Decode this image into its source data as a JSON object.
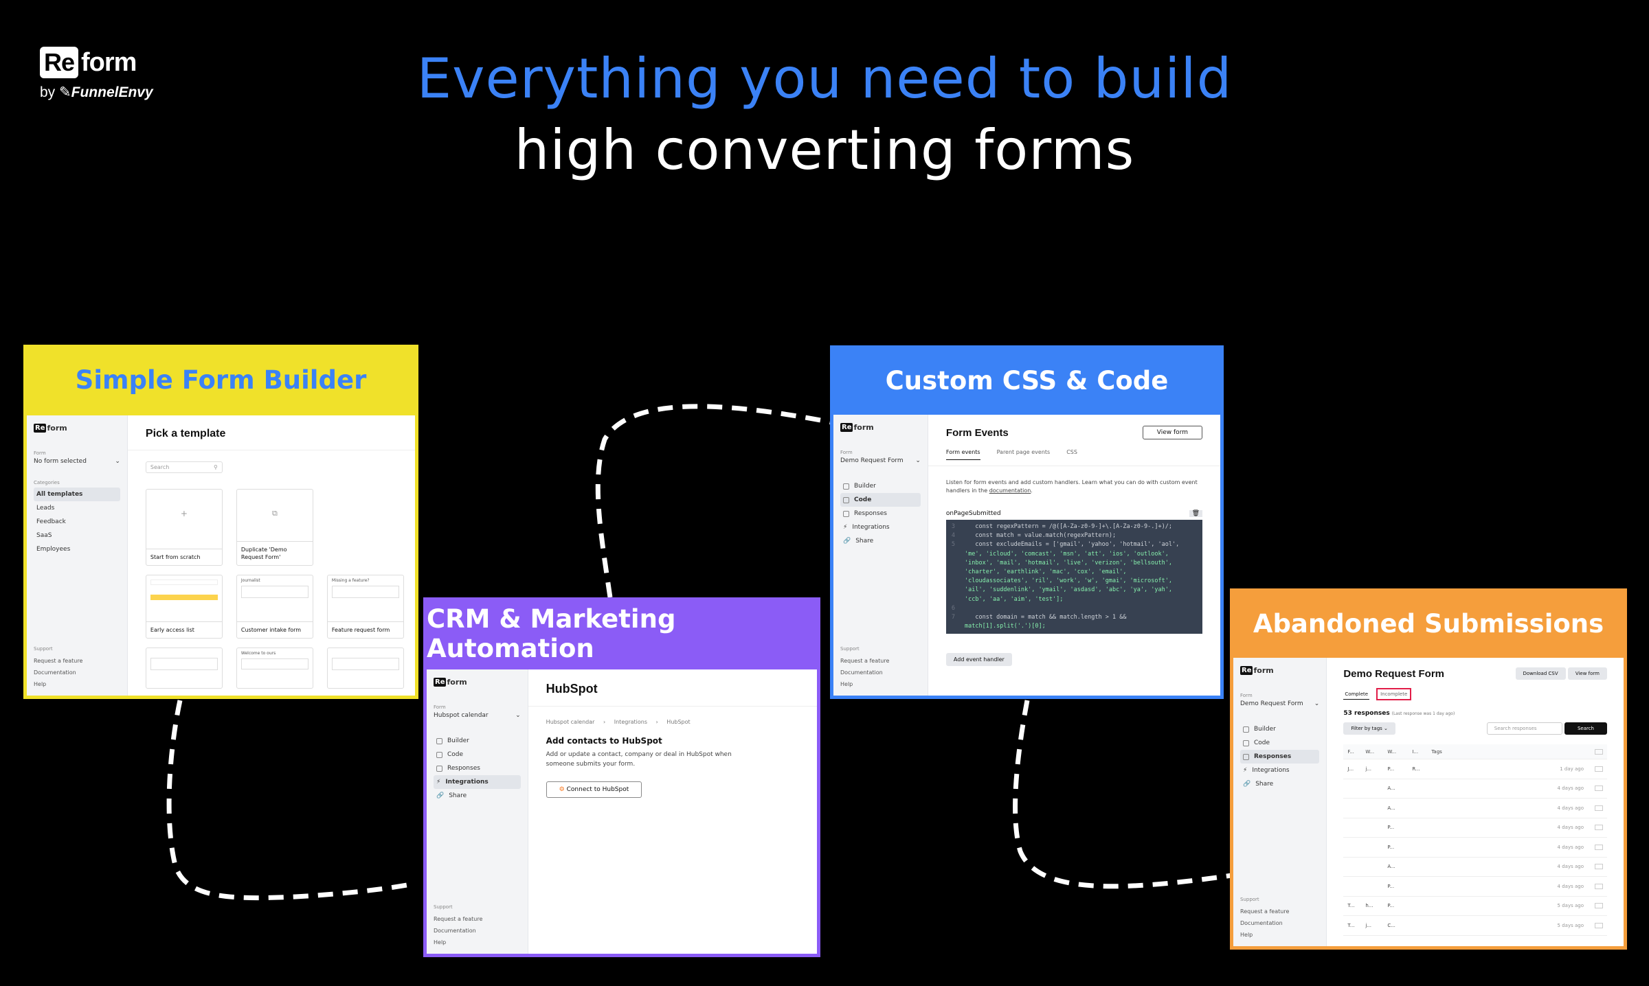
{
  "logo": {
    "re": "Re",
    "form": "form",
    "by": "by",
    "brand": "FunnelEnvy"
  },
  "headline": {
    "line1": "Everything you need to build",
    "line2": "high converting forms"
  },
  "colors": {
    "yellow": "#f0e12a",
    "blue": "#3b82f6",
    "purple": "#8b5cf6",
    "orange": "#f59e3c",
    "headline_blue": "#3b82f6"
  },
  "cards": {
    "builder": {
      "title": "Simple Form Builder",
      "sidebar": {
        "form_label": "Form",
        "form_value": "No form selected",
        "categories_label": "Categories",
        "items": [
          "All templates",
          "Leads",
          "Feedback",
          "SaaS",
          "Employees"
        ],
        "support_label": "Support",
        "footer": [
          "Request a feature",
          "Documentation",
          "Help"
        ]
      },
      "main": {
        "heading": "Pick a template",
        "search_placeholder": "Search",
        "templates": [
          "Start from scratch",
          "Duplicate 'Demo Request Form'",
          "Early access list",
          "Customer intake form",
          "Feature request form"
        ],
        "preview_titles": [
          "Welcome to ours",
          "Missing a feature?",
          "Journalist"
        ]
      }
    },
    "crm": {
      "title": "CRM & Marketing Automation",
      "sidebar": {
        "form_label": "Form",
        "form_value": "Hubspot calendar",
        "items": [
          "Builder",
          "Code",
          "Responses",
          "Integrations",
          "Share"
        ],
        "active": "Integrations",
        "support_label": "Support",
        "footer": [
          "Request a feature",
          "Documentation",
          "Help"
        ]
      },
      "main": {
        "heading": "HubSpot",
        "breadcrumb": [
          "Hubspot calendar",
          "Integrations",
          "HubSpot"
        ],
        "subheading": "Add contacts to HubSpot",
        "description": "Add or update a contact, company or deal in HubSpot when someone submits your form.",
        "button": "Connect to HubSpot"
      }
    },
    "code": {
      "title": "Custom CSS & Code",
      "sidebar": {
        "form_label": "Form",
        "form_value": "Demo Request Form",
        "items": [
          "Builder",
          "Code",
          "Responses",
          "Integrations",
          "Share"
        ],
        "active": "Code",
        "support_label": "Support",
        "footer": [
          "Request a feature",
          "Documentation",
          "Help"
        ]
      },
      "main": {
        "heading": "Form Events",
        "view_button": "View form",
        "tabs": [
          "Form events",
          "Parent page events",
          "CSS"
        ],
        "description": "Listen for form events and add custom handlers. Learn what you can do with custom event handlers in the",
        "doc_link": "documentation",
        "event_name": "onPageSubmitted",
        "code_lines": [
          {
            "n": "3",
            "t": "    const regexPattern = /@([A-Za-z0-9-]+\\.[A-Za-z0-9-.]+)/;"
          },
          {
            "n": "4",
            "t": "    const match = value.match(regexPattern);"
          },
          {
            "n": "5",
            "t": "    const excludeEmails = ['gmail', 'yahoo', 'hotmail', 'aol',"
          },
          {
            "n": "",
            "t": " 'me', 'icloud', 'comcast', 'msn', 'att', 'ios', 'outlook',"
          },
          {
            "n": "",
            "t": " 'inbox', 'mail', 'hotmail', 'live', 'verizon', 'bellsouth',"
          },
          {
            "n": "",
            "t": " 'charter', 'earthlink', 'mac', 'cox', 'email',"
          },
          {
            "n": "",
            "t": " 'cloudassociates', 'ril', 'work', 'w', 'gmai', 'microsoft',"
          },
          {
            "n": "",
            "t": " 'ail', 'suddenlink', 'ymail', 'asdasd', 'abc', 'ya', 'yah',"
          },
          {
            "n": "",
            "t": " 'ccb', 'aa', 'aim', 'test'];"
          },
          {
            "n": "6",
            "t": ""
          },
          {
            "n": "7",
            "t": "    const domain = match && match.length > 1 &&"
          },
          {
            "n": "",
            "t": " match[1].split('.')[0];"
          }
        ],
        "add_button": "Add event handler"
      }
    },
    "abandoned": {
      "title": "Abandoned Submissions",
      "sidebar": {
        "form_label": "Form",
        "form_value": "Demo Request Form",
        "items": [
          "Builder",
          "Code",
          "Responses",
          "Integrations",
          "Share"
        ],
        "active": "Responses",
        "support_label": "Support",
        "footer": [
          "Request a feature",
          "Documentation",
          "Help"
        ]
      },
      "main": {
        "heading": "Demo Request Form",
        "download_button": "Download CSV",
        "view_button": "View form",
        "tabs": [
          "Complete",
          "Incomplete"
        ],
        "active_tab": "Incomplete",
        "count": "53 responses",
        "last_response": "(Last response was 1 day ago)",
        "filter": "Filter by tags",
        "search_placeholder": "Search responses",
        "search_button": "Search",
        "columns": [
          "F...",
          "W...",
          "W...",
          "I...",
          "Tags"
        ],
        "rows": [
          {
            "c1": "J...",
            "c2": "j...",
            "c3": "P...",
            "c4": "R...",
            "time": "1 day ago"
          },
          {
            "c1": "",
            "c2": "",
            "c3": "A...",
            "c4": "",
            "time": "4 days ago"
          },
          {
            "c1": "",
            "c2": "",
            "c3": "A...",
            "c4": "",
            "time": "4 days ago"
          },
          {
            "c1": "",
            "c2": "",
            "c3": "P...",
            "c4": "",
            "time": "4 days ago"
          },
          {
            "c1": "",
            "c2": "",
            "c3": "P...",
            "c4": "",
            "time": "4 days ago"
          },
          {
            "c1": "",
            "c2": "",
            "c3": "A...",
            "c4": "",
            "time": "4 days ago"
          },
          {
            "c1": "",
            "c2": "",
            "c3": "P...",
            "c4": "",
            "time": "4 days ago"
          },
          {
            "c1": "T...",
            "c2": "h...",
            "c3": "P...",
            "c4": "",
            "time": "5 days ago"
          },
          {
            "c1": "T...",
            "c2": "j...",
            "c3": "C...",
            "c4": "",
            "time": "5 days ago"
          }
        ]
      }
    }
  }
}
